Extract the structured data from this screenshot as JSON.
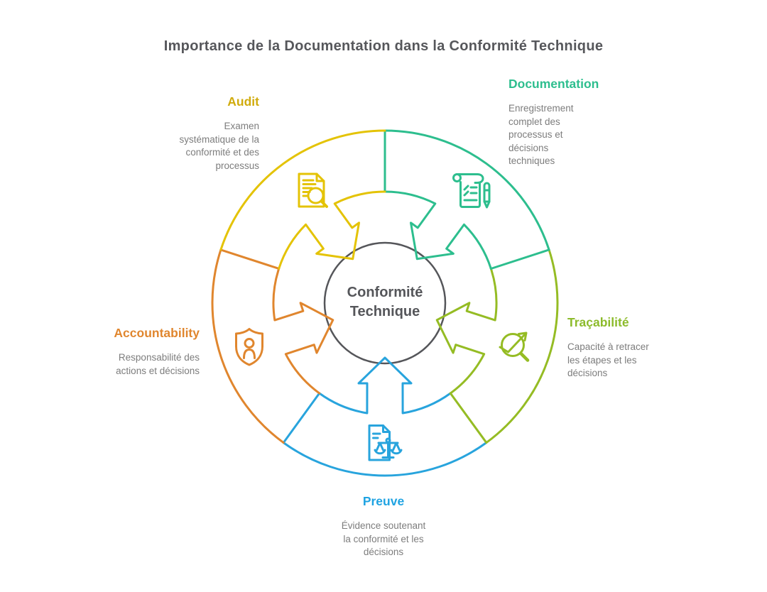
{
  "title": "Importance de la Documentation dans la Conformité Technique",
  "center": {
    "label": "Conformité\nTechnique"
  },
  "colors": {
    "title_text": "#56575B",
    "center_circle": "#55565A",
    "description_text": "#7D7D7D",
    "background": "#FFFFFF"
  },
  "segments": [
    {
      "id": "preuve",
      "label": "Preuve",
      "description": "Évidence soutenant\nla conformité et les\ndécisions",
      "color": "#28A4DD",
      "label_color": "#1FA3E2",
      "icon": "document-scales-icon",
      "rotation": 0,
      "left_divider": true,
      "right_divider": false
    },
    {
      "id": "tracabilite",
      "label": "Traçabilité",
      "description": "Capacité à retracer\nles étapes et les\ndécisions",
      "color": "#95BC24",
      "label_color": "#8CBB2B",
      "icon": "magnifier-trend-icon",
      "rotation": -72,
      "left_divider": true,
      "right_divider": false
    },
    {
      "id": "documentation",
      "label": "Documentation",
      "description": "Enregistrement\ncomplet des\nprocessus et\ndécisions\ntechniques",
      "color": "#2DBE8E",
      "label_color": "#2DBE8E",
      "icon": "scroll-pen-icon",
      "rotation": -144,
      "left_divider": true,
      "right_divider": true
    },
    {
      "id": "accountability",
      "label": "Accountability",
      "description": "Responsabilité des\nactions et décisions",
      "color": "#E0862E",
      "label_color": "#E0862E",
      "icon": "shield-person-icon",
      "rotation": 72,
      "left_divider": true,
      "right_divider": false
    },
    {
      "id": "audit",
      "label": "Audit",
      "description": "Examen\nsystématique de la\nconformité et des\nprocessus",
      "color": "#E4C306",
      "label_color": "#D0AB0C",
      "icon": "document-search-icon",
      "rotation": 144,
      "left_divider": false,
      "right_divider": false
    }
  ]
}
